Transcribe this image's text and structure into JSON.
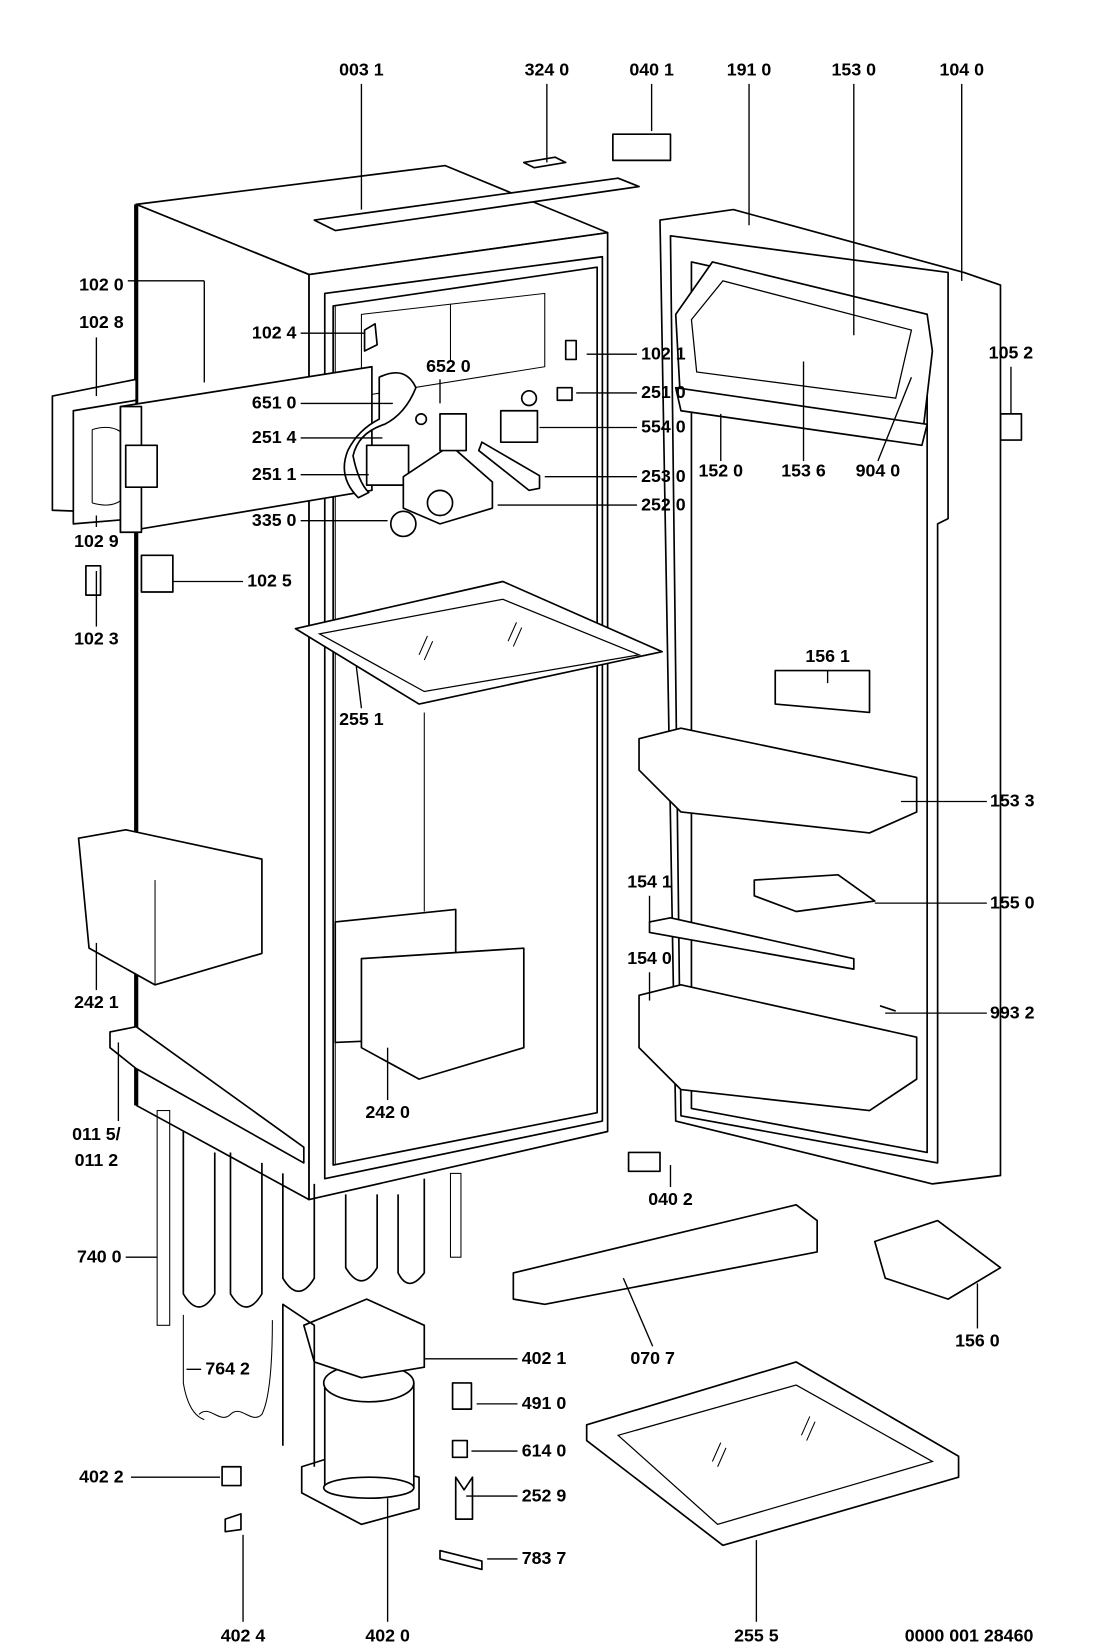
{
  "diagram": {
    "part_labels": [
      "003 1",
      "324 0",
      "040 1",
      "191 0",
      "153 0",
      "104 0",
      "102 0",
      "102 8",
      "102 4",
      "102 1",
      "652 0",
      "651 0",
      "251 0",
      "251 4",
      "554 0",
      "251 1",
      "253 0",
      "252 0",
      "335 0",
      "102 9",
      "102 5",
      "102 3",
      "105 2",
      "152 0",
      "153 6",
      "904 0",
      "156 1",
      "255 1",
      "153 3",
      "155 0",
      "154 1",
      "154 0",
      "993 2",
      "242 1",
      "242 0",
      "011 5/",
      "011 2",
      "040 2",
      "740 0",
      "070 7",
      "156 0",
      "402 1",
      "764 2",
      "491 0",
      "614 0",
      "402 2",
      "252 9",
      "783 7",
      "402 4",
      "402 0",
      "255 5"
    ],
    "drawing_number": "0000 001 28460"
  }
}
